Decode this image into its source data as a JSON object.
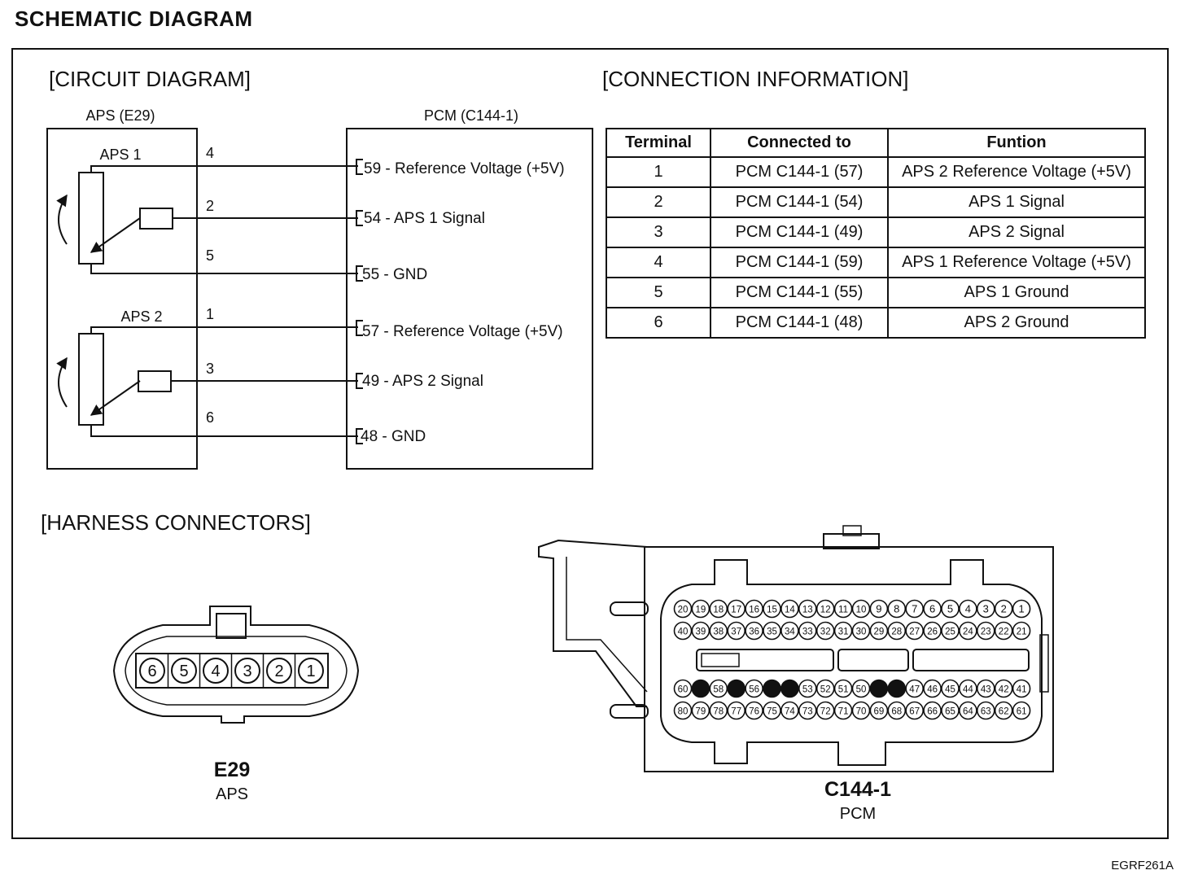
{
  "page": {
    "title": "SCHEMATIC DIAGRAM",
    "ref_code": "EGRF261A"
  },
  "circuit": {
    "section_title": "[CIRCUIT DIAGRAM]",
    "aps_box_label": "APS (E29)",
    "pcm_box_label": "PCM (C144-1)",
    "sensors": [
      {
        "name": "APS 1",
        "pins": [
          {
            "num": "4",
            "pcm": "59 - Reference Voltage (+5V)"
          },
          {
            "num": "2",
            "pcm": "54 - APS 1 Signal"
          },
          {
            "num": "5",
            "pcm": "55 - GND"
          }
        ]
      },
      {
        "name": "APS 2",
        "pins": [
          {
            "num": "1",
            "pcm": "57 - Reference Voltage (+5V)"
          },
          {
            "num": "3",
            "pcm": "49 - APS 2 Signal"
          },
          {
            "num": "6",
            "pcm": "48 - GND"
          }
        ]
      }
    ]
  },
  "connection": {
    "section_title": "[CONNECTION INFORMATION]",
    "headers": [
      "Terminal",
      "Connected to",
      "Funtion"
    ],
    "rows": [
      [
        "1",
        "PCM C144-1 (57)",
        "APS 2 Reference Voltage (+5V)"
      ],
      [
        "2",
        "PCM C144-1 (54)",
        "APS 1 Signal"
      ],
      [
        "3",
        "PCM C144-1 (49)",
        "APS 2 Signal"
      ],
      [
        "4",
        "PCM C144-1 (59)",
        "APS 1 Reference Voltage (+5V)"
      ],
      [
        "5",
        "PCM C144-1 (55)",
        "APS 1 Ground"
      ],
      [
        "6",
        "PCM C144-1 (48)",
        "APS 2 Ground"
      ]
    ]
  },
  "harness": {
    "section_title": "[HARNESS CONNECTORS]",
    "e29": {
      "id": "E29",
      "name": "APS",
      "pins": [
        "6",
        "5",
        "4",
        "3",
        "2",
        "1"
      ]
    },
    "c144": {
      "id": "C144-1",
      "name": "PCM",
      "filled_pins": [
        "59",
        "57",
        "55",
        "54",
        "49",
        "48"
      ]
    }
  }
}
